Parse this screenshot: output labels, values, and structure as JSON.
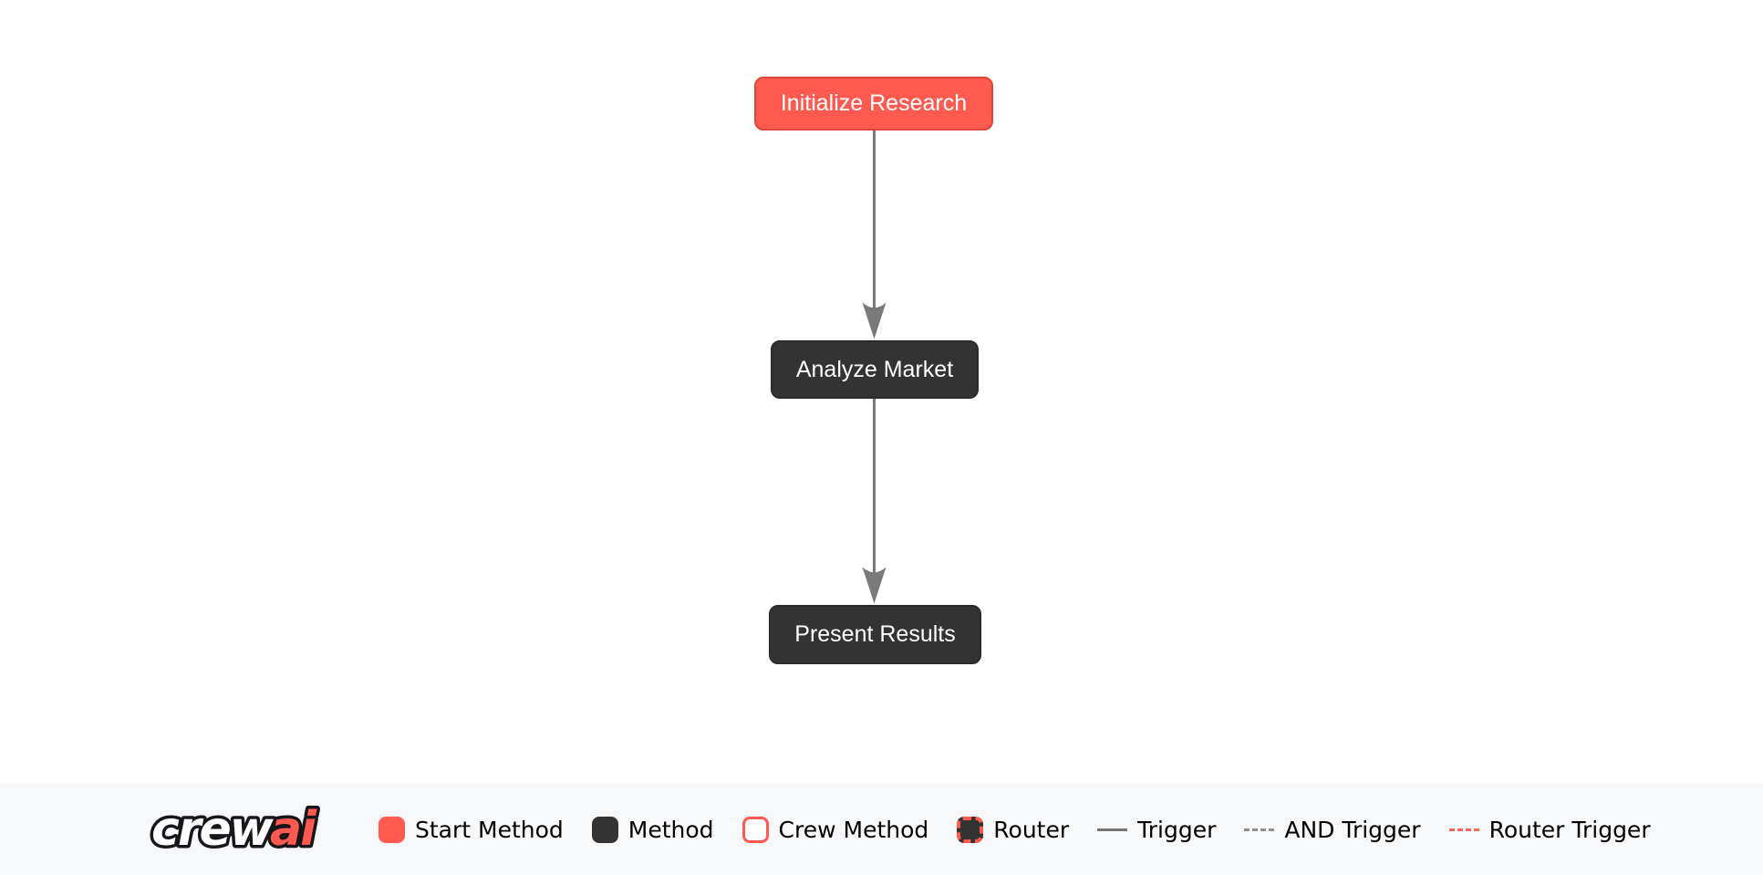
{
  "flow": {
    "nodes": [
      {
        "label": "Initialize Research",
        "type": "start-method"
      },
      {
        "label": "Analyze Market",
        "type": "method"
      },
      {
        "label": "Present Results",
        "type": "method"
      }
    ],
    "edges": [
      {
        "from": "Initialize Research",
        "to": "Analyze Market",
        "type": "trigger"
      },
      {
        "from": "Analyze Market",
        "to": "Present Results",
        "type": "trigger"
      }
    ]
  },
  "legend": {
    "brand": {
      "crew": "crew",
      "ai": "ai"
    },
    "items": [
      {
        "label": "Start Method",
        "swatch": "start-box"
      },
      {
        "label": "Method",
        "swatch": "method-box"
      },
      {
        "label": "Crew Method",
        "swatch": "crew-method-box"
      },
      {
        "label": "Router",
        "swatch": "router-box"
      },
      {
        "label": "Trigger",
        "swatch": "solid-gray-line"
      },
      {
        "label": "AND Trigger",
        "swatch": "dashed-gray-line"
      },
      {
        "label": "Router Trigger",
        "swatch": "dashed-red-line"
      }
    ]
  },
  "colors": {
    "start": "#FF5A50",
    "start_border": "#E0453B",
    "method": "#333333",
    "method_border": "#2B2B2B",
    "edge": "#7A7A7A",
    "legend_bg": "#F7F8FA",
    "trigger_line": "#757575",
    "and_trigger_line": "#8F8F8F",
    "router_trigger_line": "#F2685E"
  }
}
